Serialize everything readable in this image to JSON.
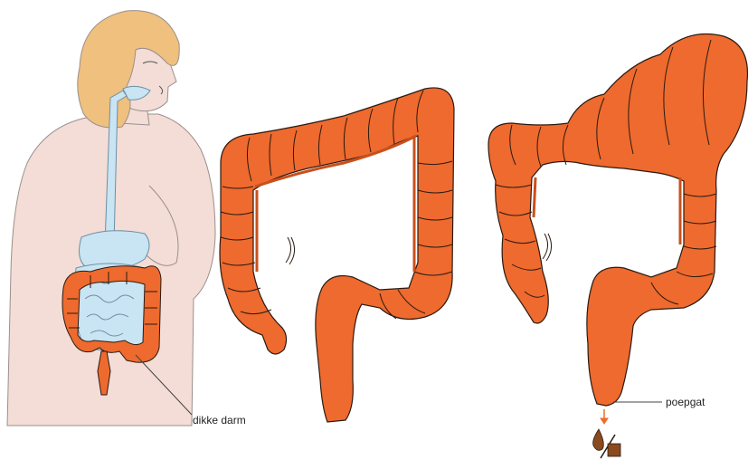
{
  "labels": {
    "colon": "dikke darm",
    "anus": "poepgat"
  },
  "colors": {
    "colon": "#ee6a2e",
    "colon_shadow": "#c9501d",
    "outline": "#2a1a12",
    "skin": "#f3ddd6",
    "hair": "#efc07e",
    "digestive_tract": "#c9e4f2",
    "stool": "#8a4a1e"
  },
  "icons": {
    "figure": "torso-with-digestive-system",
    "colon_healthy": "colon-icon",
    "colon_distended": "distended-colon-icon",
    "arrow": "down-arrow-icon",
    "stool": "stool-symbol-icon"
  }
}
